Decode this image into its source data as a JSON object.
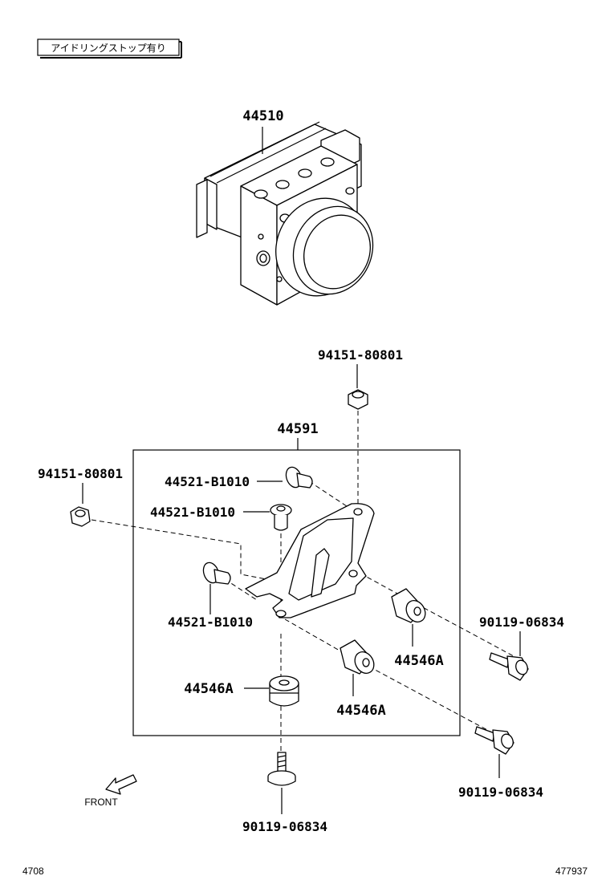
{
  "note_box": "アイドリングストップ有り",
  "parts": {
    "abs_actuator": "44510",
    "bracket": "44591",
    "nut_top": "94151-80801",
    "nut_left": "94151-80801",
    "collar_1": "44521-B1010",
    "collar_2": "44521-B1010",
    "collar_3": "44521-B1010",
    "cushion_a1": "44546A",
    "cushion_a2": "44546A",
    "cushion_a3": "44546A",
    "bolt_right_1": "90119-06834",
    "bolt_right_2": "90119-06834",
    "bolt_bottom": "90119-06834"
  },
  "front_label": "FRONT",
  "footer": {
    "left": "4708",
    "right": "477937"
  }
}
